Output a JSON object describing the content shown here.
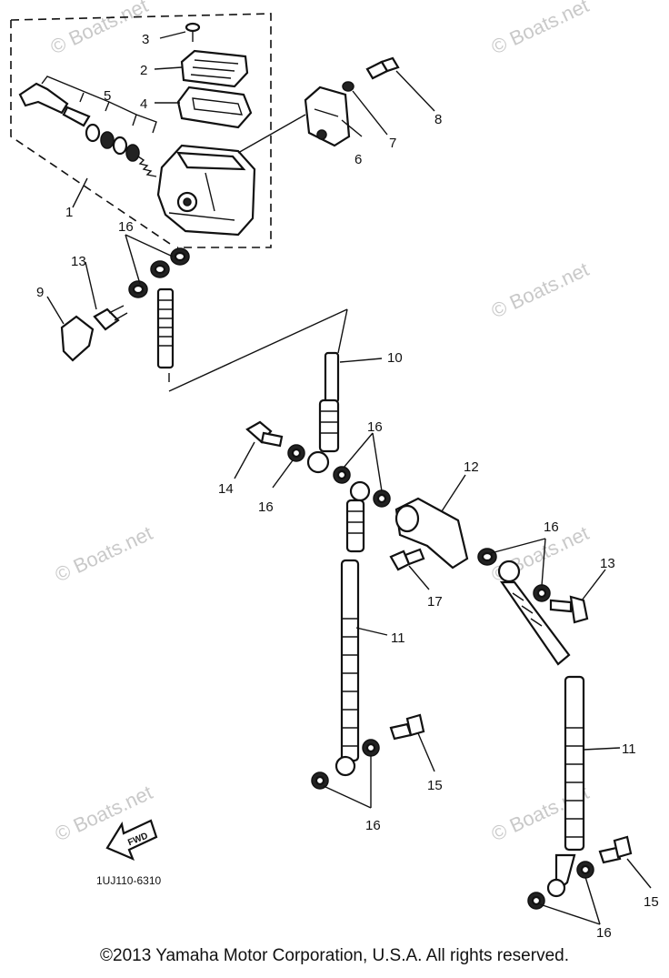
{
  "callouts": {
    "c1": "1",
    "c2": "2",
    "c3": "3",
    "c4": "4",
    "c5": "5",
    "c6": "6",
    "c7": "7",
    "c8": "8",
    "c9": "9",
    "c10": "10",
    "c11a": "11",
    "c11b": "11",
    "c12": "12",
    "c13a": "13",
    "c13b": "13",
    "c14": "14",
    "c15a": "15",
    "c15b": "15",
    "c16a": "16",
    "c16b": "16",
    "c16c": "16",
    "c16d": "16",
    "c16e": "16",
    "c16f": "16",
    "c17": "17"
  },
  "fwd_label": "FWD",
  "ref_code": "1UJ110-6310",
  "watermark": "© Boats.net",
  "copyright": "©2013 Yamaha Motor Corporation, U.S.A. All rights reserved."
}
